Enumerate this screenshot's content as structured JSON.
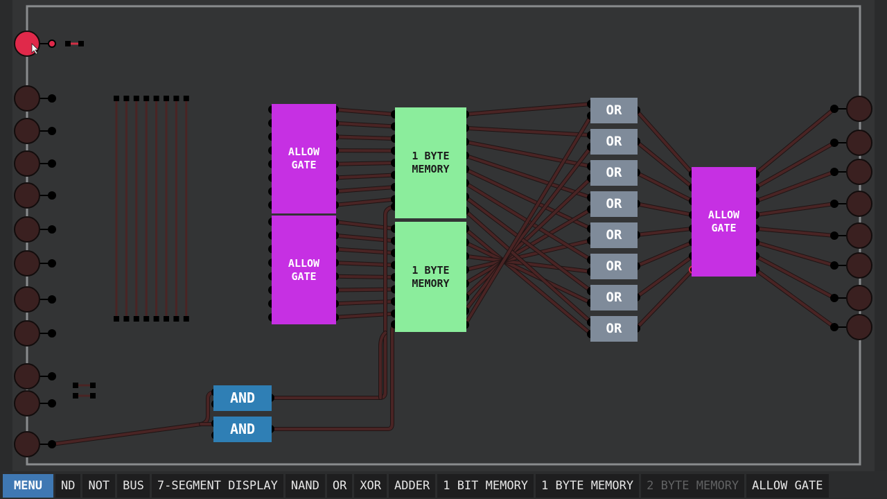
{
  "canvas": {
    "colors": {
      "wire": "#4a2424",
      "wire_on": "#d32f45",
      "io_off": "#3a2020",
      "io_on": "#e0294a",
      "pin": "#000000",
      "frame": "#8a8c8e",
      "allow_gate": "#c630e3",
      "memory": "#8bed9c",
      "or_gate": "#7f8b9a",
      "and_gate": "#2f7fb5"
    },
    "chips": [
      {
        "id": "allow-gate-1",
        "type": "allow",
        "label": "ALLOW\nGATE"
      },
      {
        "id": "allow-gate-2",
        "type": "allow",
        "label": "ALLOW\nGATE"
      },
      {
        "id": "memory-1",
        "type": "mem",
        "label": "1 BYTE\nMEMORY"
      },
      {
        "id": "memory-2",
        "type": "mem",
        "label": "1 BYTE\nMEMORY"
      },
      {
        "id": "or-1",
        "type": "or",
        "label": "OR"
      },
      {
        "id": "or-2",
        "type": "or",
        "label": "OR"
      },
      {
        "id": "or-3",
        "type": "or",
        "label": "OR"
      },
      {
        "id": "or-4",
        "type": "or",
        "label": "OR"
      },
      {
        "id": "or-5",
        "type": "or",
        "label": "OR"
      },
      {
        "id": "or-6",
        "type": "or",
        "label": "OR"
      },
      {
        "id": "or-7",
        "type": "or",
        "label": "OR"
      },
      {
        "id": "or-8",
        "type": "or",
        "label": "OR"
      },
      {
        "id": "allow-gate-3",
        "type": "allow",
        "label": "ALLOW\nGATE"
      },
      {
        "id": "and-1",
        "type": "and",
        "label": "AND"
      },
      {
        "id": "and-2",
        "type": "and",
        "label": "AND"
      }
    ],
    "inputs": [
      {
        "name": "input-1",
        "state": "on"
      },
      {
        "name": "input-2",
        "state": "off"
      },
      {
        "name": "input-3",
        "state": "off"
      },
      {
        "name": "input-4",
        "state": "off"
      },
      {
        "name": "input-5",
        "state": "off"
      },
      {
        "name": "input-6",
        "state": "off"
      },
      {
        "name": "input-7",
        "state": "off"
      },
      {
        "name": "input-8",
        "state": "off"
      },
      {
        "name": "input-9",
        "state": "off"
      },
      {
        "name": "input-10",
        "state": "off"
      },
      {
        "name": "input-11",
        "state": "off"
      },
      {
        "name": "input-12",
        "state": "off"
      }
    ],
    "outputs": [
      {
        "name": "output-1",
        "state": "off"
      },
      {
        "name": "output-2",
        "state": "off"
      },
      {
        "name": "output-3",
        "state": "off"
      },
      {
        "name": "output-4",
        "state": "off"
      },
      {
        "name": "output-5",
        "state": "off"
      },
      {
        "name": "output-6",
        "state": "off"
      },
      {
        "name": "output-7",
        "state": "off"
      },
      {
        "name": "output-8",
        "state": "off"
      }
    ],
    "cursor_icon": "pointer-arrow-icon"
  },
  "menubar": {
    "items": [
      {
        "label": "MENU",
        "state": "active"
      },
      {
        "label": "ND",
        "state": "normal"
      },
      {
        "label": "NOT",
        "state": "normal"
      },
      {
        "label": "BUS",
        "state": "normal"
      },
      {
        "label": "7-SEGMENT DISPLAY",
        "state": "normal"
      },
      {
        "label": "NAND",
        "state": "normal"
      },
      {
        "label": "OR",
        "state": "normal"
      },
      {
        "label": "XOR",
        "state": "normal"
      },
      {
        "label": "ADDER",
        "state": "normal"
      },
      {
        "label": "1 BIT MEMORY",
        "state": "normal"
      },
      {
        "label": "1 BYTE MEMORY",
        "state": "normal"
      },
      {
        "label": "2 BYTE MEMORY",
        "state": "disabled"
      },
      {
        "label": "ALLOW GATE",
        "state": "normal"
      }
    ]
  }
}
